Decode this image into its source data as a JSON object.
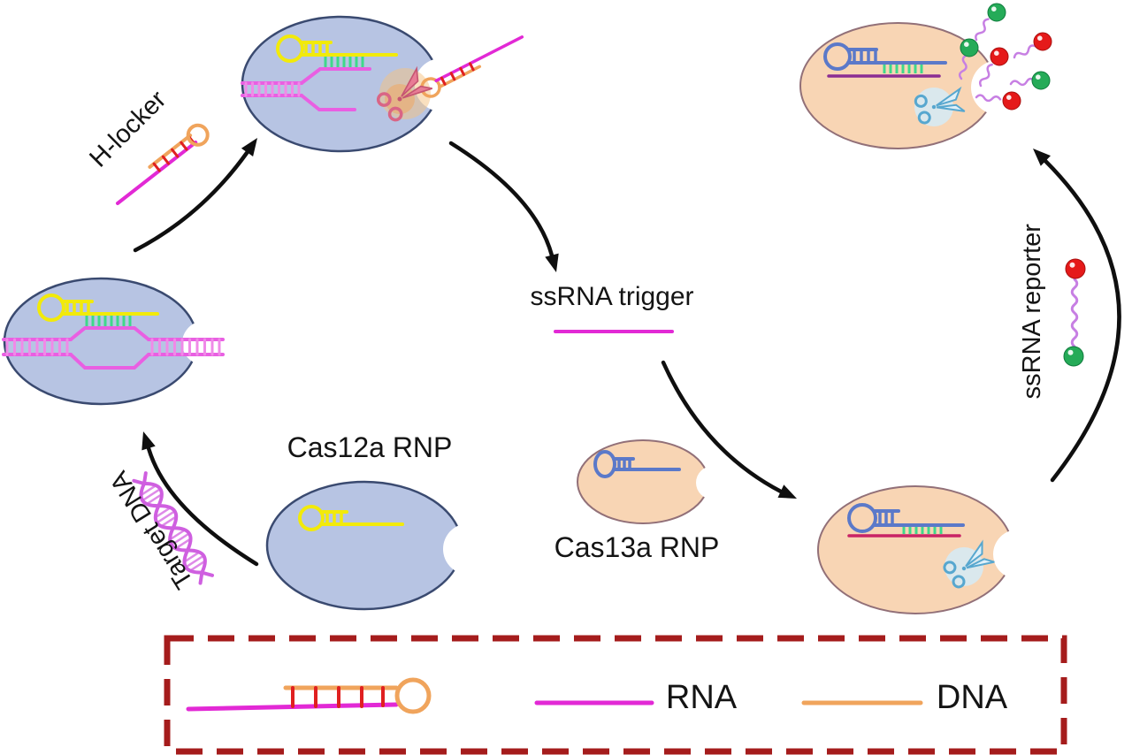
{
  "labels": {
    "h_locker": "H-locker",
    "target_dna": "Target DNA",
    "cas12a_rnp": "Cas12a RNP",
    "ssrna_trigger": "ssRNA trigger",
    "cas13a_rnp": "Cas13a RNP",
    "ssrna_reporter": "ssRNA reporter"
  },
  "legend": {
    "rna_label": "RNA",
    "dna_label": "DNA",
    "rna_color": "#e229d5",
    "dna_color": "#f0a45c",
    "border_color": "#a51c1c"
  },
  "colors": {
    "cas12a_body": "#b7c4e3",
    "cas12a_outline": "#3a4a70",
    "cas13a_body": "#f8d5b4",
    "cas13a_outline": "#927078",
    "cas12a_crrna_yellow": "#f2ea0a",
    "cas13a_crrna_blue": "#5b79c9",
    "base_pairing_green": "#3fd98b",
    "hairpin_stem_rungs_red": "#e02020",
    "trigger_rna_magenta": "#e229d5",
    "target_dna_pink": "#e95fe2",
    "bound_trigger_crimson": "#c92365",
    "cleaved_strand_purple": "#8b2d93",
    "reporter_linker_violet": "#c77fe3",
    "fluorophore_red": "#e51a1a",
    "quencher_green": "#25ab58",
    "scissors_pink": "#e4708c",
    "scissors_blue": "#57a7cf",
    "arrow_black": "#0f0f0f"
  }
}
